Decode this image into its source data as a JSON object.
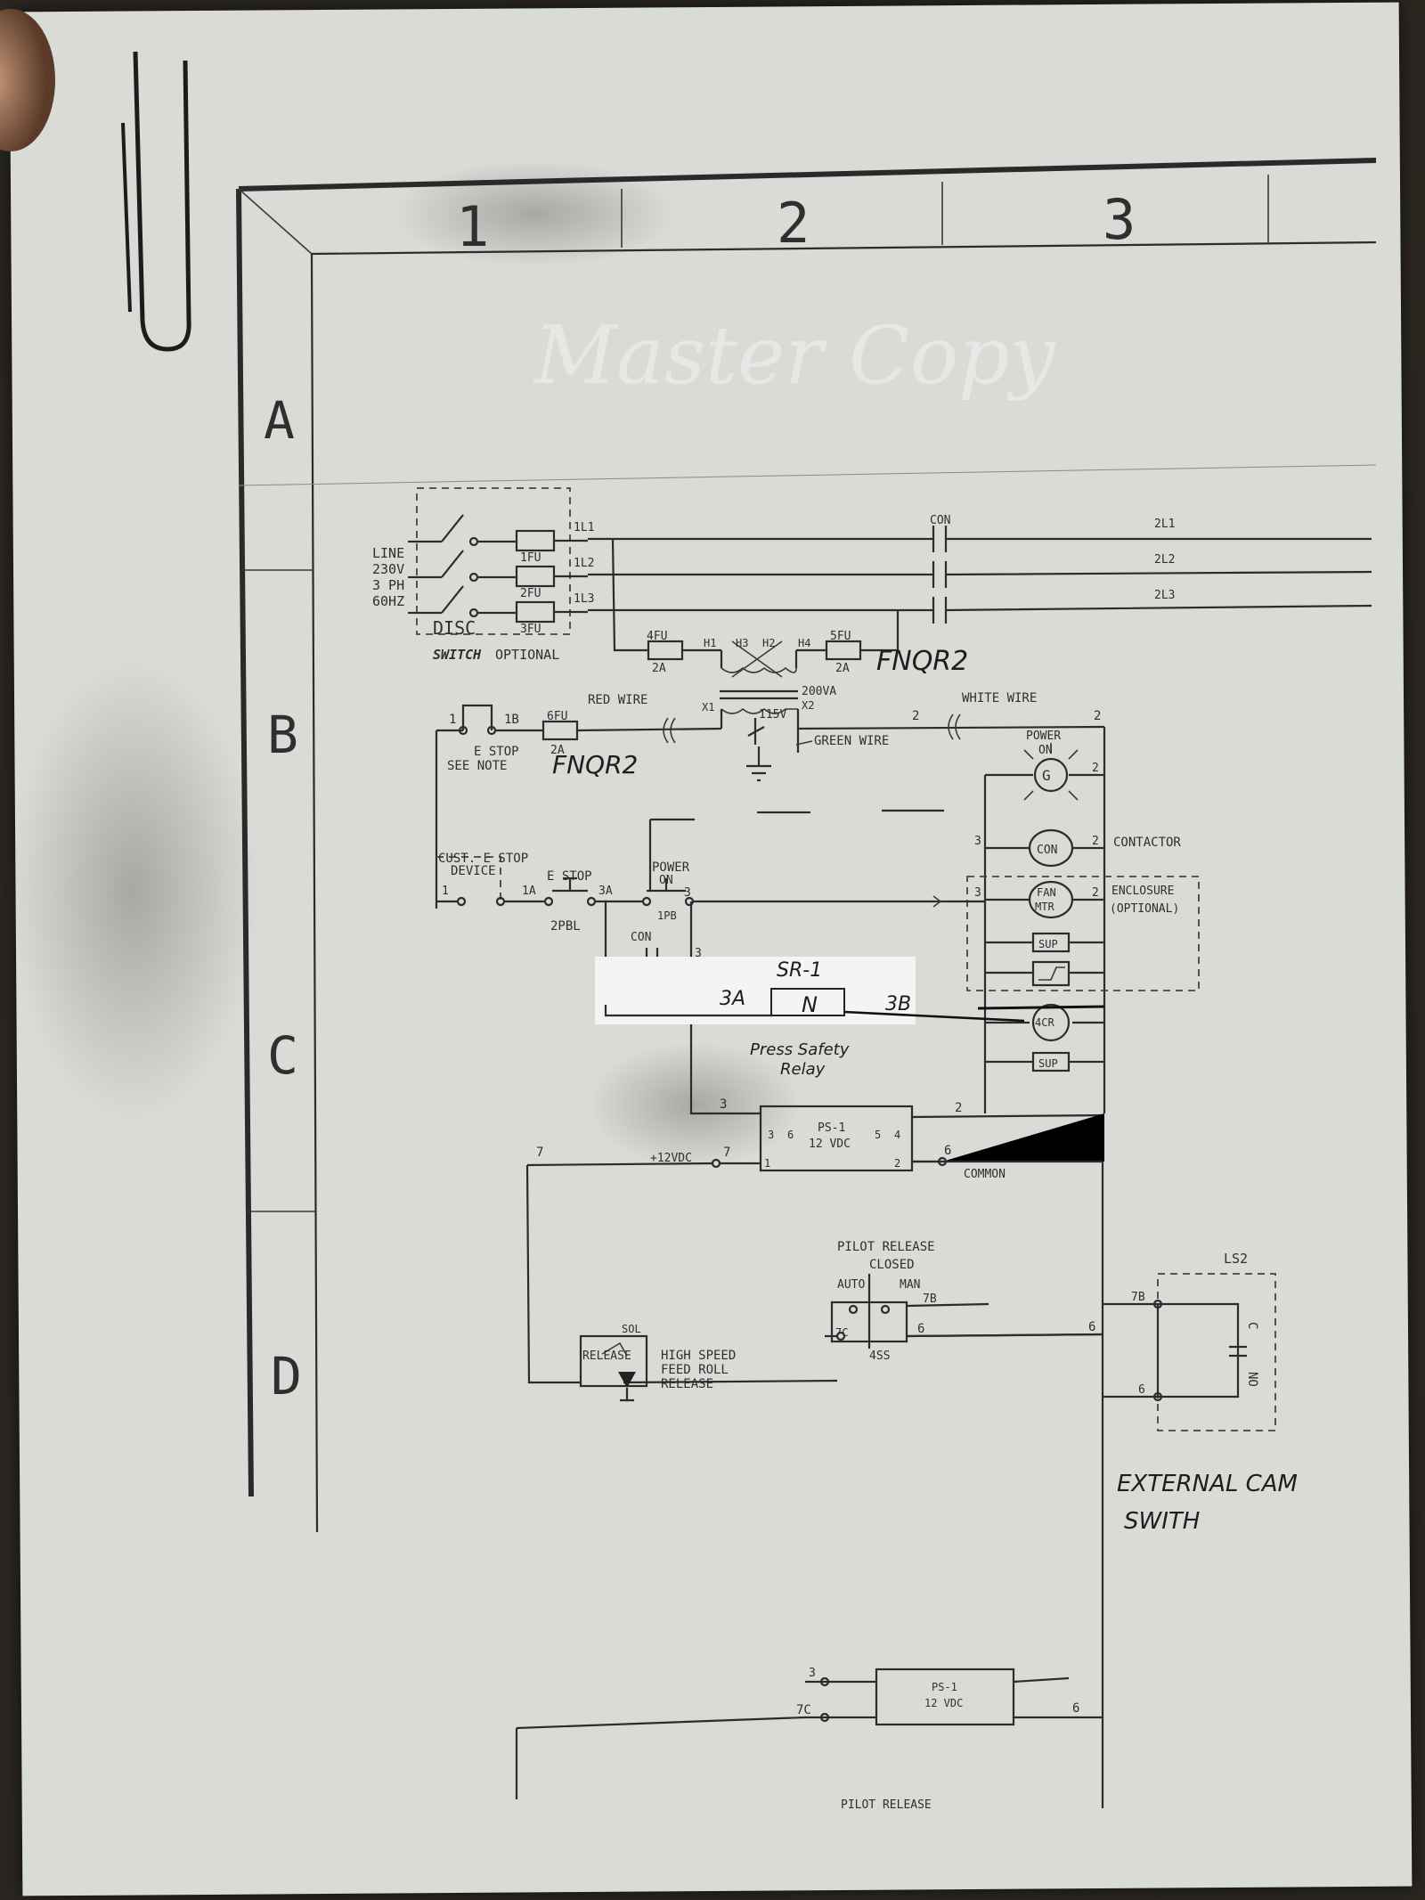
{
  "border": {
    "columns": [
      "1",
      "2",
      "3"
    ],
    "rows": [
      "A",
      "B",
      "C",
      "D"
    ]
  },
  "watermark": "Master Copy",
  "supply": {
    "line_label": [
      "LINE",
      "230V",
      "3 PH",
      "60HZ"
    ],
    "disconnect": "DISC",
    "switch_note_1": "SWITCH",
    "switch_note_2": "OPTIONAL",
    "fuses": [
      "1FU",
      "2FU",
      "3FU"
    ],
    "line_terminals": [
      "1L1",
      "1L2",
      "1L3"
    ],
    "load_terminals": [
      "2L1",
      "2L2",
      "2L3"
    ],
    "contactor_label": "CON"
  },
  "transformer": {
    "fuse_left": "4FU",
    "fuse_left_rating": "2A",
    "fuse_right": "5FU",
    "fuse_right_rating": "2A",
    "primary": [
      "H1",
      "H3",
      "H2",
      "H4"
    ],
    "rating_1": "200VA",
    "rating_2": "115V",
    "tap": "X1",
    "x2": "X2",
    "handwritten": "FNQR2"
  },
  "control": {
    "red_wire": "RED WIRE",
    "white_wire": "WHITE WIRE",
    "green_wire": "GREEN WIRE",
    "fuse": "6FU",
    "fuse_rating": "2A",
    "estop_1": "E STOP",
    "estop_2": "SEE NOTE",
    "handwritten_fuse": "FNQR2",
    "cust_estop_1": "CUST. E STOP",
    "cust_estop_2": "DEVICE",
    "estop_pb": "E STOP",
    "pb_code": "2PBL",
    "power_on_pb_1": "POWER",
    "power_on_pb_2": "ON",
    "pb_label": "1PB",
    "con_aux": "CON",
    "power_on_light_1": "POWER",
    "power_on_light_2": "ON",
    "light_letter": "G",
    "coil_con": "CON",
    "contactor_text": "CONTACTOR",
    "fan": [
      "FAN",
      "MTR"
    ],
    "enclosure_1": "ENCLOSURE",
    "enclosure_2": "(OPTIONAL)",
    "sup": "SUP",
    "relay_4cr": "4CR",
    "wire_nums": [
      "1",
      "1B",
      "1A",
      "3A",
      "3",
      "2",
      "3",
      "2",
      "2",
      "2"
    ]
  },
  "safety_relay": {
    "tag": "SR-1",
    "symbol": "N",
    "left": "3A",
    "right": "3B",
    "caption_1": "Press Safety",
    "caption_2": "Relay"
  },
  "power_supply": {
    "name": "PS-1",
    "volts": "12 VDC",
    "pins_top": [
      "3",
      "6",
      "5",
      "4"
    ],
    "pins_bottom": [
      "1",
      "2"
    ],
    "plus_label": "+12VDC",
    "common": "COMMON",
    "wire_in": "3",
    "wire_out": "2",
    "wire_7": "7",
    "wire_6": "6"
  },
  "pilot": {
    "title_1": "PILOT RELEASE",
    "title_2": "CLOSED",
    "auto": "AUTO",
    "man": "MAN",
    "selector": "4SS",
    "wire_7c": "7C",
    "wire_7b": "7B",
    "wire_6": "6",
    "sol": "SOL",
    "release": "RELEASE",
    "hs_1": "HIGH SPEED",
    "hs_2": "FEED ROLL",
    "hs_3": "RELEASE"
  },
  "limit_switch": {
    "tag": "LS2",
    "contacts": [
      "NO",
      "C"
    ],
    "wire_7b": "7B",
    "wire_6": "6",
    "handwritten_1": "EXTERNAL CAM",
    "handwritten_2": "SWITH"
  },
  "lower": {
    "ps_name": "PS-1",
    "ps_volts": "12 VDC",
    "wire_3": "3",
    "wire_7c": "7C",
    "wire_6": "6",
    "pilot": "PILOT RELEASE"
  }
}
